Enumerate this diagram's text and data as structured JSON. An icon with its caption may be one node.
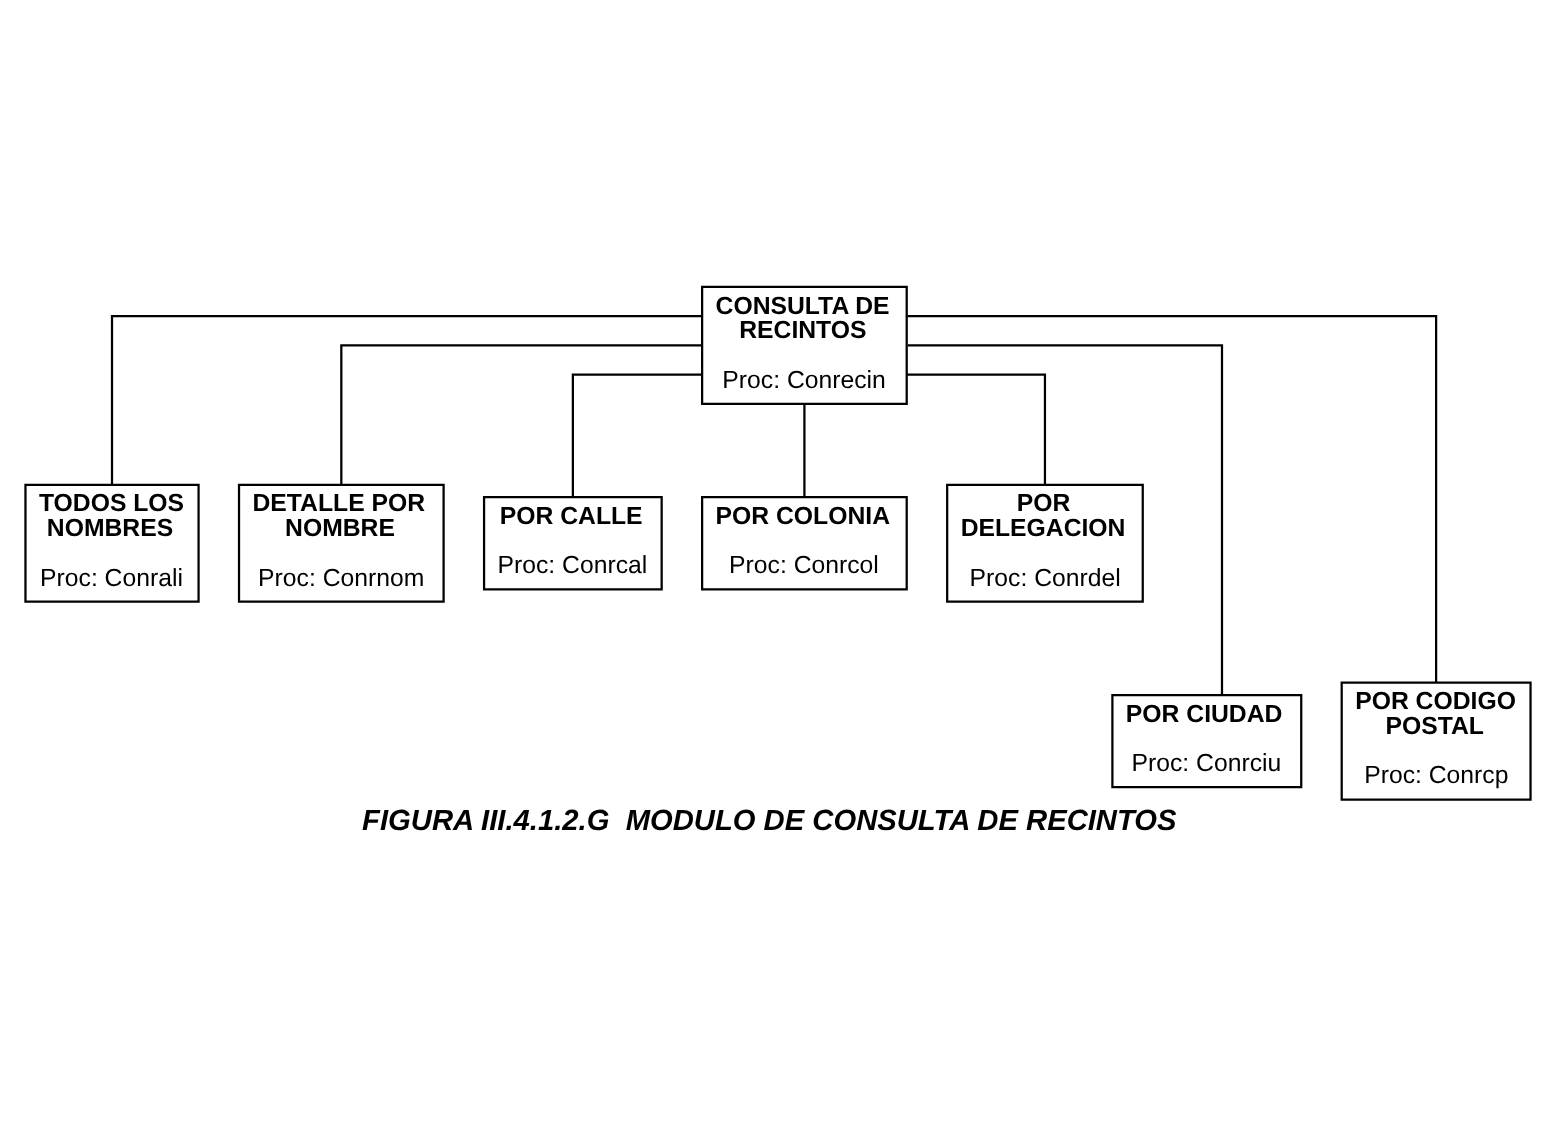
{
  "diagram": {
    "caption": "FIGURA III.4.1.2.G  MODULO DE CONSULTA DE RECINTOS",
    "nodes": [
      {
        "text": [
          "CONSULTA DE RECINTOS",
          "Proc: Conrecin"
        ]
      },
      {
        "text": [
          "TODOS LOS NOMBRES",
          "Proc: Conrali"
        ]
      },
      {
        "text": [
          "DETALLE POR NOMBRE",
          "Proc: Conrnom"
        ]
      },
      {
        "text": [
          "POR CALLE",
          "Proc: Conrcal"
        ]
      },
      {
        "text": [
          "POR COLONIA",
          "Proc: Conrcol"
        ]
      },
      {
        "text": [
          "POR DELEGACION",
          "Proc: Conrdel"
        ]
      },
      {
        "text": [
          "POR CIUDAD",
          "Proc: Conrciu"
        ]
      },
      {
        "text": [
          "POR CODIGO POSTAL",
          "Proc: Conrcp"
        ]
      }
    ],
    "edges": [
      {
        "from": 0,
        "to": 1,
        "arrow": "none"
      },
      {
        "from": 0,
        "to": 2,
        "arrow": "none"
      },
      {
        "from": 0,
        "to": 6,
        "arrow": "none"
      },
      {
        "from": 0,
        "to": 3,
        "arrow": "none"
      },
      {
        "from": 0,
        "to": 7,
        "arrow": "none"
      },
      {
        "from": 0,
        "to": 4,
        "arrow": "none"
      },
      {
        "from": 0,
        "to": 5,
        "arrow": "none"
      }
    ]
  }
}
